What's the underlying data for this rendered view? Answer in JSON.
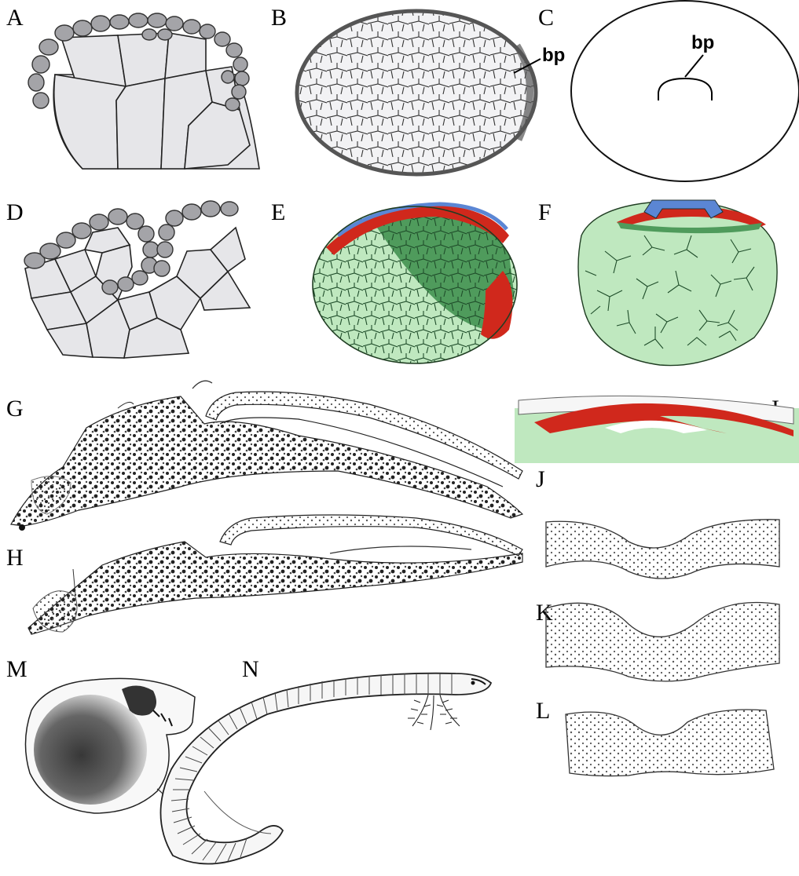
{
  "figure": {
    "panels": [
      {
        "id": "A",
        "letter": "A"
      },
      {
        "id": "B",
        "letter": "B",
        "label": "bp"
      },
      {
        "id": "C",
        "letter": "C",
        "label": "bp"
      },
      {
        "id": "D",
        "letter": "D"
      },
      {
        "id": "E",
        "letter": "E"
      },
      {
        "id": "F",
        "letter": "F"
      },
      {
        "id": "G",
        "letter": "G"
      },
      {
        "id": "H",
        "letter": "H"
      },
      {
        "id": "I",
        "letter": "I"
      },
      {
        "id": "J",
        "letter": "J"
      },
      {
        "id": "K",
        "letter": "K"
      },
      {
        "id": "L",
        "letter": "L"
      },
      {
        "id": "M",
        "letter": "M"
      },
      {
        "id": "N",
        "letter": "N"
      }
    ],
    "colors": {
      "ectoderm_grey": "#a4a4a8",
      "yolk_cell": "#e6e6e9",
      "endoderm_light_green": "#bfe8bf",
      "endoderm_dark_green": "#4f9b5c",
      "mesoderm_red": "#d0281c",
      "neural_blue": "#5b86d4"
    }
  }
}
